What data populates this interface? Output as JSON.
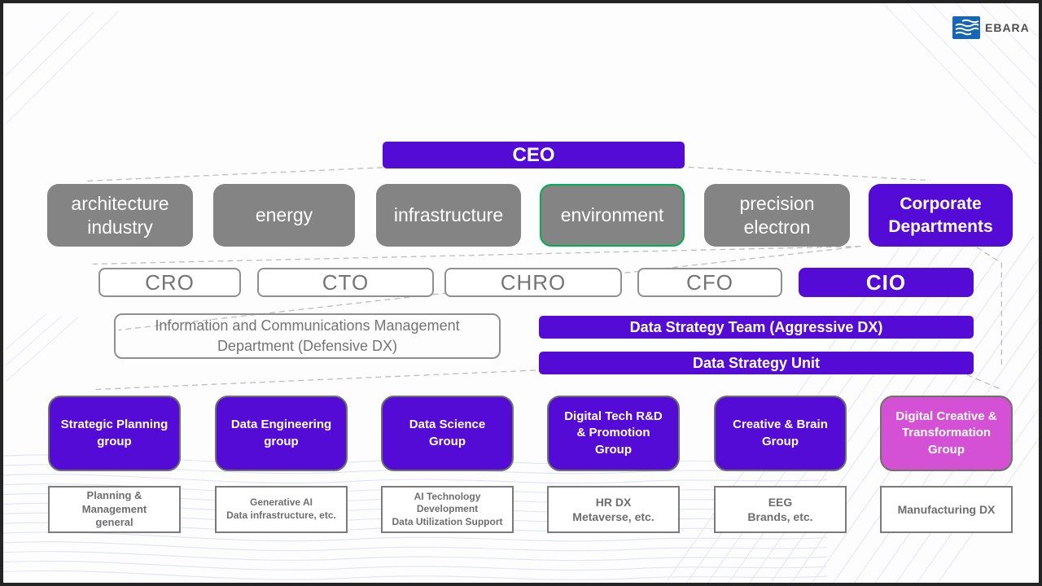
{
  "logo": {
    "wordmark": "EBARA"
  },
  "ceo": {
    "label": "CEO"
  },
  "divisions": [
    {
      "label": "architecture\nindustry"
    },
    {
      "label": "energy"
    },
    {
      "label": "infrastructure"
    },
    {
      "label": "environment"
    },
    {
      "label": "precision\nelectron"
    },
    {
      "label": "Corporate\nDepartments"
    }
  ],
  "executives": [
    {
      "label": "CRO"
    },
    {
      "label": "CTO"
    },
    {
      "label": "CHRO"
    },
    {
      "label": "CFO"
    },
    {
      "label": "CIO"
    }
  ],
  "defensive": {
    "label": "Information and Communications Management\nDepartment (Defensive DX)"
  },
  "data_strategy": {
    "team_label": "Data Strategy Team (Aggressive DX)",
    "unit_label": "Data Strategy Unit"
  },
  "groups": [
    {
      "label": "Strategic Planning\ngroup"
    },
    {
      "label": "Data Engineering\ngroup"
    },
    {
      "label": "Data Science\nGroup"
    },
    {
      "label": "Digital Tech R&D\n& Promotion\nGroup"
    },
    {
      "label": "Creative & Brain\nGroup"
    },
    {
      "label": "Digital Creative &\nTransformation\nGroup"
    }
  ],
  "functions": [
    {
      "label": "Planning &\nManagement\ngeneral"
    },
    {
      "label": "Generative AI\nData infrastructure, etc."
    },
    {
      "label": "AI Technology\nDevelopment\nData Utilization Support"
    },
    {
      "label": "HR DX\nMetaverse, etc."
    },
    {
      "label": "EEG\nBrands, etc."
    },
    {
      "label": "Manufacturing DX"
    }
  ],
  "colors": {
    "purple": "#550bd6",
    "pink": "#d450d4",
    "gray_box": "#848484",
    "green_accent": "#00b050",
    "logo_blue": "#1766b4",
    "connector_gray": "#bdbdbd"
  }
}
